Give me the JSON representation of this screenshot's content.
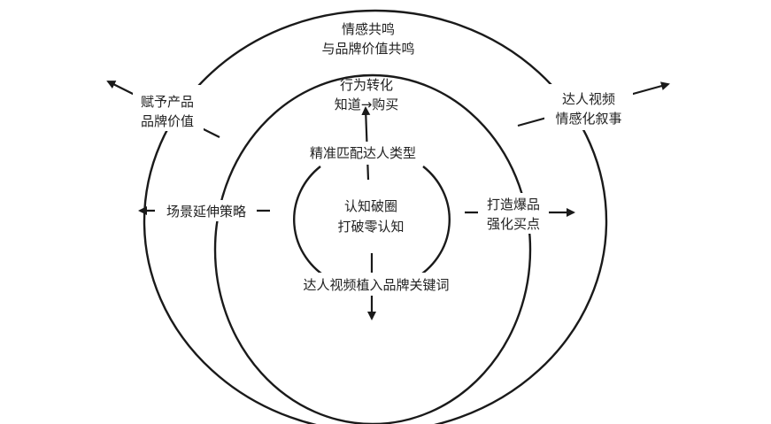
{
  "diagram": {
    "outer_top": [
      "情感共鸣",
      "与品牌价值共鸣"
    ],
    "middle_top": [
      "行为转化",
      "知道→购买"
    ],
    "inner_top": "精准匹配达人类型",
    "center": [
      "认知破圈",
      "打破零认知"
    ],
    "inner_bottom": "达人视频植入品牌关键词",
    "left": "场景延伸策略",
    "right": [
      "打造爆品",
      "强化买点"
    ],
    "top_left": [
      "赋予产品",
      "品牌价值"
    ],
    "top_right": [
      "达人视频",
      "情感化叙事"
    ]
  }
}
